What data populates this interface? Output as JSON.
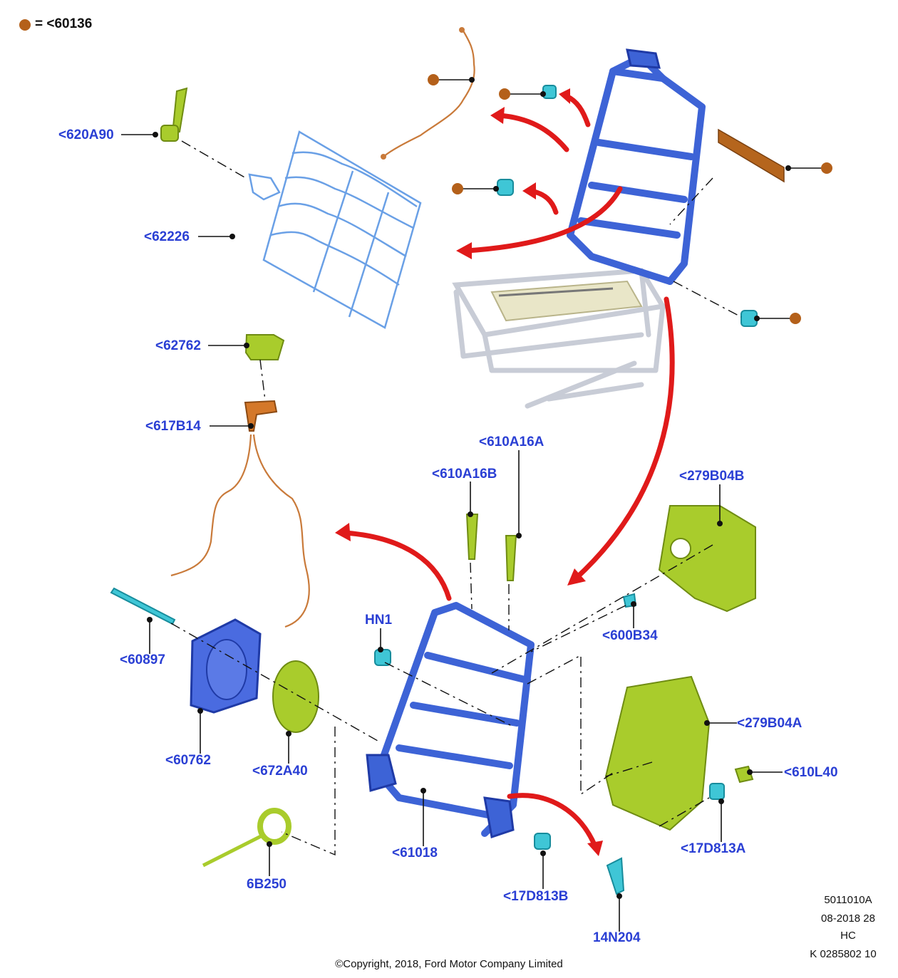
{
  "legend": {
    "label": "= <60136",
    "dot_color": "#b4601a"
  },
  "labels": [
    {
      "id": "p620A90",
      "text": "<620A90"
    },
    {
      "id": "p62226",
      "text": "<62226"
    },
    {
      "id": "p62762",
      "text": "<62762"
    },
    {
      "id": "p617B14",
      "text": "<617B14"
    },
    {
      "id": "p610A16A",
      "text": "<610A16A"
    },
    {
      "id": "p610A16B",
      "text": "<610A16B"
    },
    {
      "id": "p279B04B",
      "text": "<279B04B"
    },
    {
      "id": "pHN1",
      "text": "HN1"
    },
    {
      "id": "p600B34",
      "text": "<600B34"
    },
    {
      "id": "p60897",
      "text": "<60897"
    },
    {
      "id": "p60762",
      "text": "<60762"
    },
    {
      "id": "p672A40",
      "text": "<672A40"
    },
    {
      "id": "p279B04A",
      "text": "<279B04A"
    },
    {
      "id": "p610L40",
      "text": "<610L40"
    },
    {
      "id": "p61018",
      "text": "<61018"
    },
    {
      "id": "p17D813A",
      "text": "<17D813A"
    },
    {
      "id": "p6B250",
      "text": "6B250"
    },
    {
      "id": "p17D813B",
      "text": "<17D813B"
    },
    {
      "id": "p14N204",
      "text": "14N204"
    }
  ],
  "drawing_info": {
    "code": "5011010A",
    "date": "08-2018 28",
    "initials": "HC",
    "ref": "K 0285802 10"
  },
  "copyright": "©Copyright, 2018, Ford Motor Company Limited",
  "colors": {
    "label_blue": "#2a3fd4",
    "frame_blue": "#3d63d6",
    "part_green": "#a9cc2c",
    "part_cyan": "#3fc6d6",
    "wire_orange": "#c97a3a",
    "arrow_red": "#e01a1a"
  }
}
